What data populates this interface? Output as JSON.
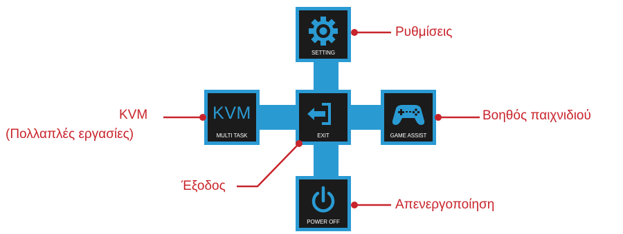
{
  "menu": {
    "setting": {
      "label": "SETTING",
      "icon": "gear-icon"
    },
    "multi_task": {
      "label": "MULTI TASK",
      "icon_text": "KVM"
    },
    "exit": {
      "label": "EXIT",
      "icon": "exit-arrow-icon"
    },
    "game_assist": {
      "label": "GAME ASSIST",
      "icon": "gamepad-icon"
    },
    "power_off": {
      "label": "POWER OFF",
      "icon": "power-icon"
    }
  },
  "callouts": {
    "setting": "Ρυθμίσεις",
    "kvm_line1": "KVM",
    "kvm_line2": "(Πολλαπλές εργασίες)",
    "exit": "Έξοδος",
    "game_assist": "Βοηθός παιχνιδιού",
    "power_off": "Απενεργοποίηση"
  },
  "colors": {
    "accent": "#2a9ad3",
    "tile_bg": "#1b1b1b",
    "callout": "#c8242b",
    "label": "#ffffff"
  }
}
